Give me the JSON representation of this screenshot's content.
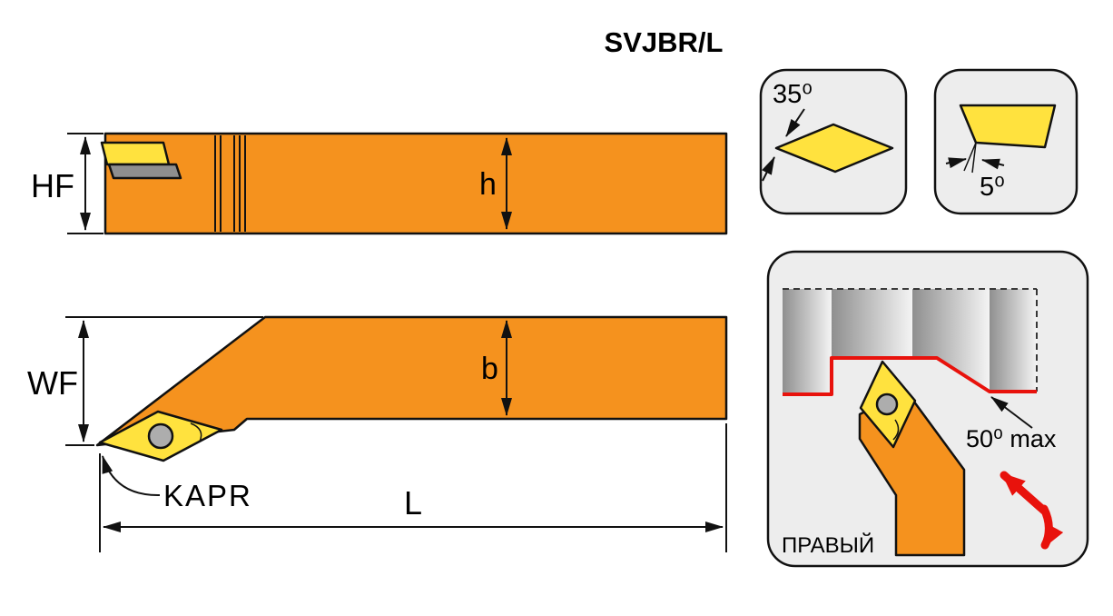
{
  "title": "SVJBR/L",
  "dimensions": {
    "hf": "HF",
    "h": "h",
    "wf": "WF",
    "b": "b",
    "kapr": "KAPR",
    "l": "L"
  },
  "insert_panel": {
    "angle": "35⁰"
  },
  "clearance_panel": {
    "angle": "5⁰"
  },
  "application_panel": {
    "max_angle": "50⁰ max",
    "hand": "ПРАВЫЙ"
  },
  "colors": {
    "holder": "#F5921E",
    "insert": "#FFE23E",
    "shim": "#8F8F8F",
    "screw": "#ADADAD",
    "panel_bg": "#EDEDED",
    "path_red": "#E8120C"
  }
}
